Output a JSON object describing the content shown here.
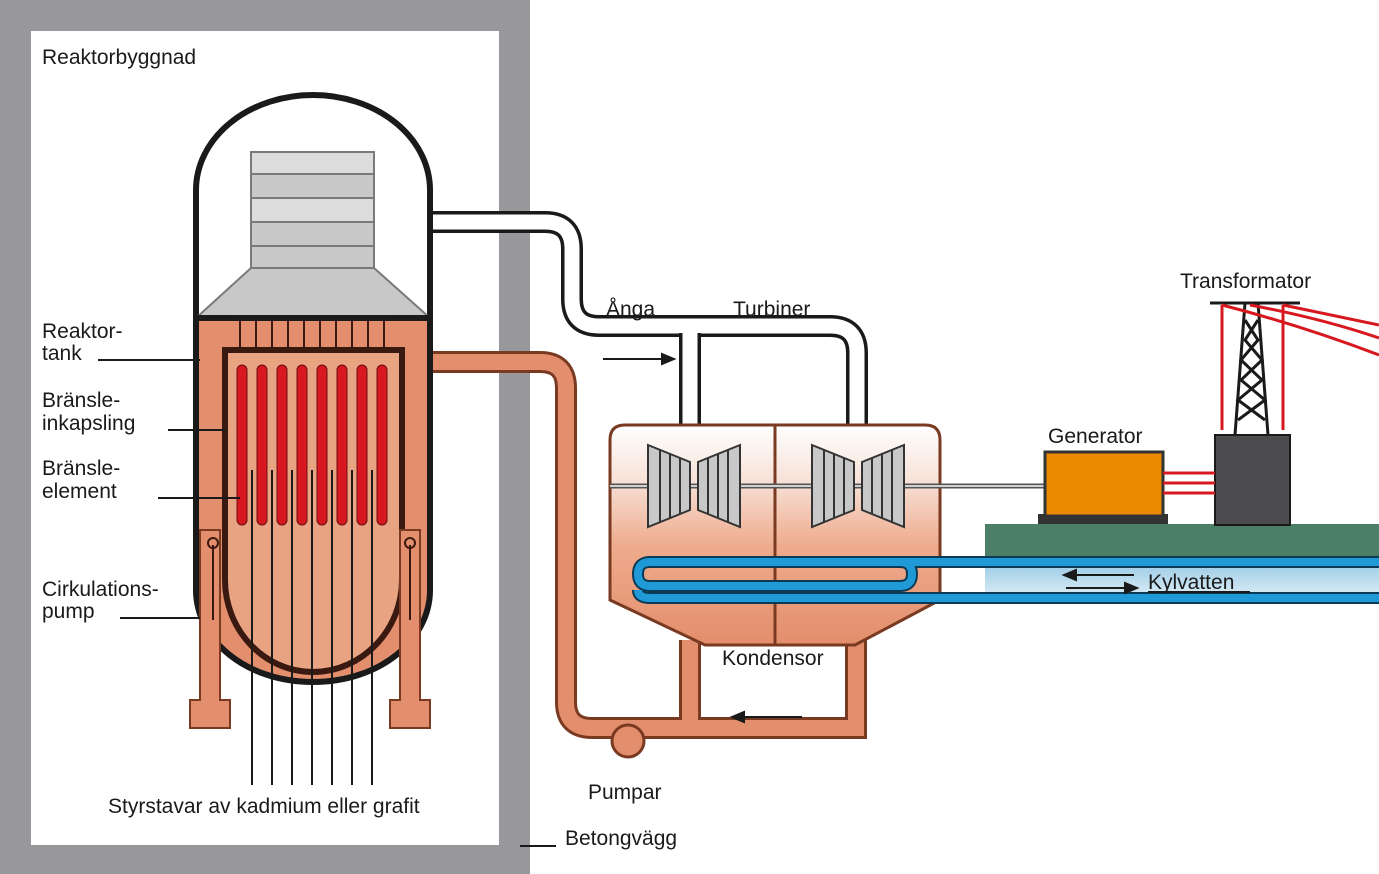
{
  "labels": {
    "building": "Reaktorbyggnad",
    "vessel_line1": "Reaktor-",
    "vessel_line2": "tank",
    "cladding_line1": "Bränsle-",
    "cladding_line2": "inkapsling",
    "fuel_line1": "Bränsle-",
    "fuel_line2": "element",
    "pump_line1": "Cirkulations-",
    "pump_line2": "pump",
    "control_rods": "Styrstavar av kadmium eller grafit",
    "concrete_wall": "Betongvägg",
    "steam": "Ånga",
    "turbines": "Turbiner",
    "condenser": "Kondensor",
    "pumps": "Pumpar",
    "generator": "Generator",
    "transformer": "Transformator",
    "cooling_water": "Kylvatten"
  },
  "colors": {
    "concrete": "#98979c",
    "water": "#e38e6c",
    "fuel": "#d7191f",
    "steam_grey": "#c8c8c9",
    "generator": "#ea8a00",
    "transformer": "#4c4c4e",
    "ground": "#4b7f68",
    "cooling_pipe": "#1f9ad6",
    "power_line": "#d7191f"
  }
}
